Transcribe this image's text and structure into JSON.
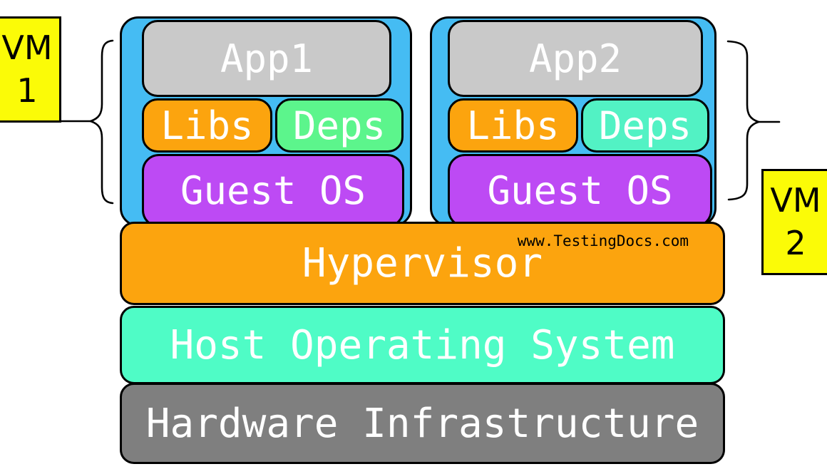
{
  "diagram": {
    "watermark": "www.TestingDocs.com",
    "vm1": {
      "label_line1": "VM",
      "label_line2": "1",
      "app": "App1",
      "libs": "Libs",
      "deps": "Deps",
      "guest_os": "Guest OS"
    },
    "vm2": {
      "label_line1": "VM",
      "label_line2": "2",
      "app": "App2",
      "libs": "Libs",
      "deps": "Deps",
      "guest_os": "Guest OS"
    },
    "layers": {
      "hypervisor": "Hypervisor",
      "host_os": "Host Operating System",
      "hardware": "Hardware Infrastructure"
    },
    "colors": {
      "vm_container_blue": "#45BCF3",
      "app_gray": "#C9C9C9",
      "libs_orange": "#FCA40E",
      "deps_green_vm1": "#5CF58C",
      "deps_teal_vm2": "#52F2C4",
      "guest_os_purple": "#BD4AF4",
      "hypervisor_orange": "#FCA40E",
      "host_os_teal": "#4FFCC6",
      "hardware_gray": "#7F7F7F",
      "vm_label_yellow": "#FBFB07",
      "outline_black": "#000000",
      "label_text_white": "#FFFFFF"
    }
  }
}
